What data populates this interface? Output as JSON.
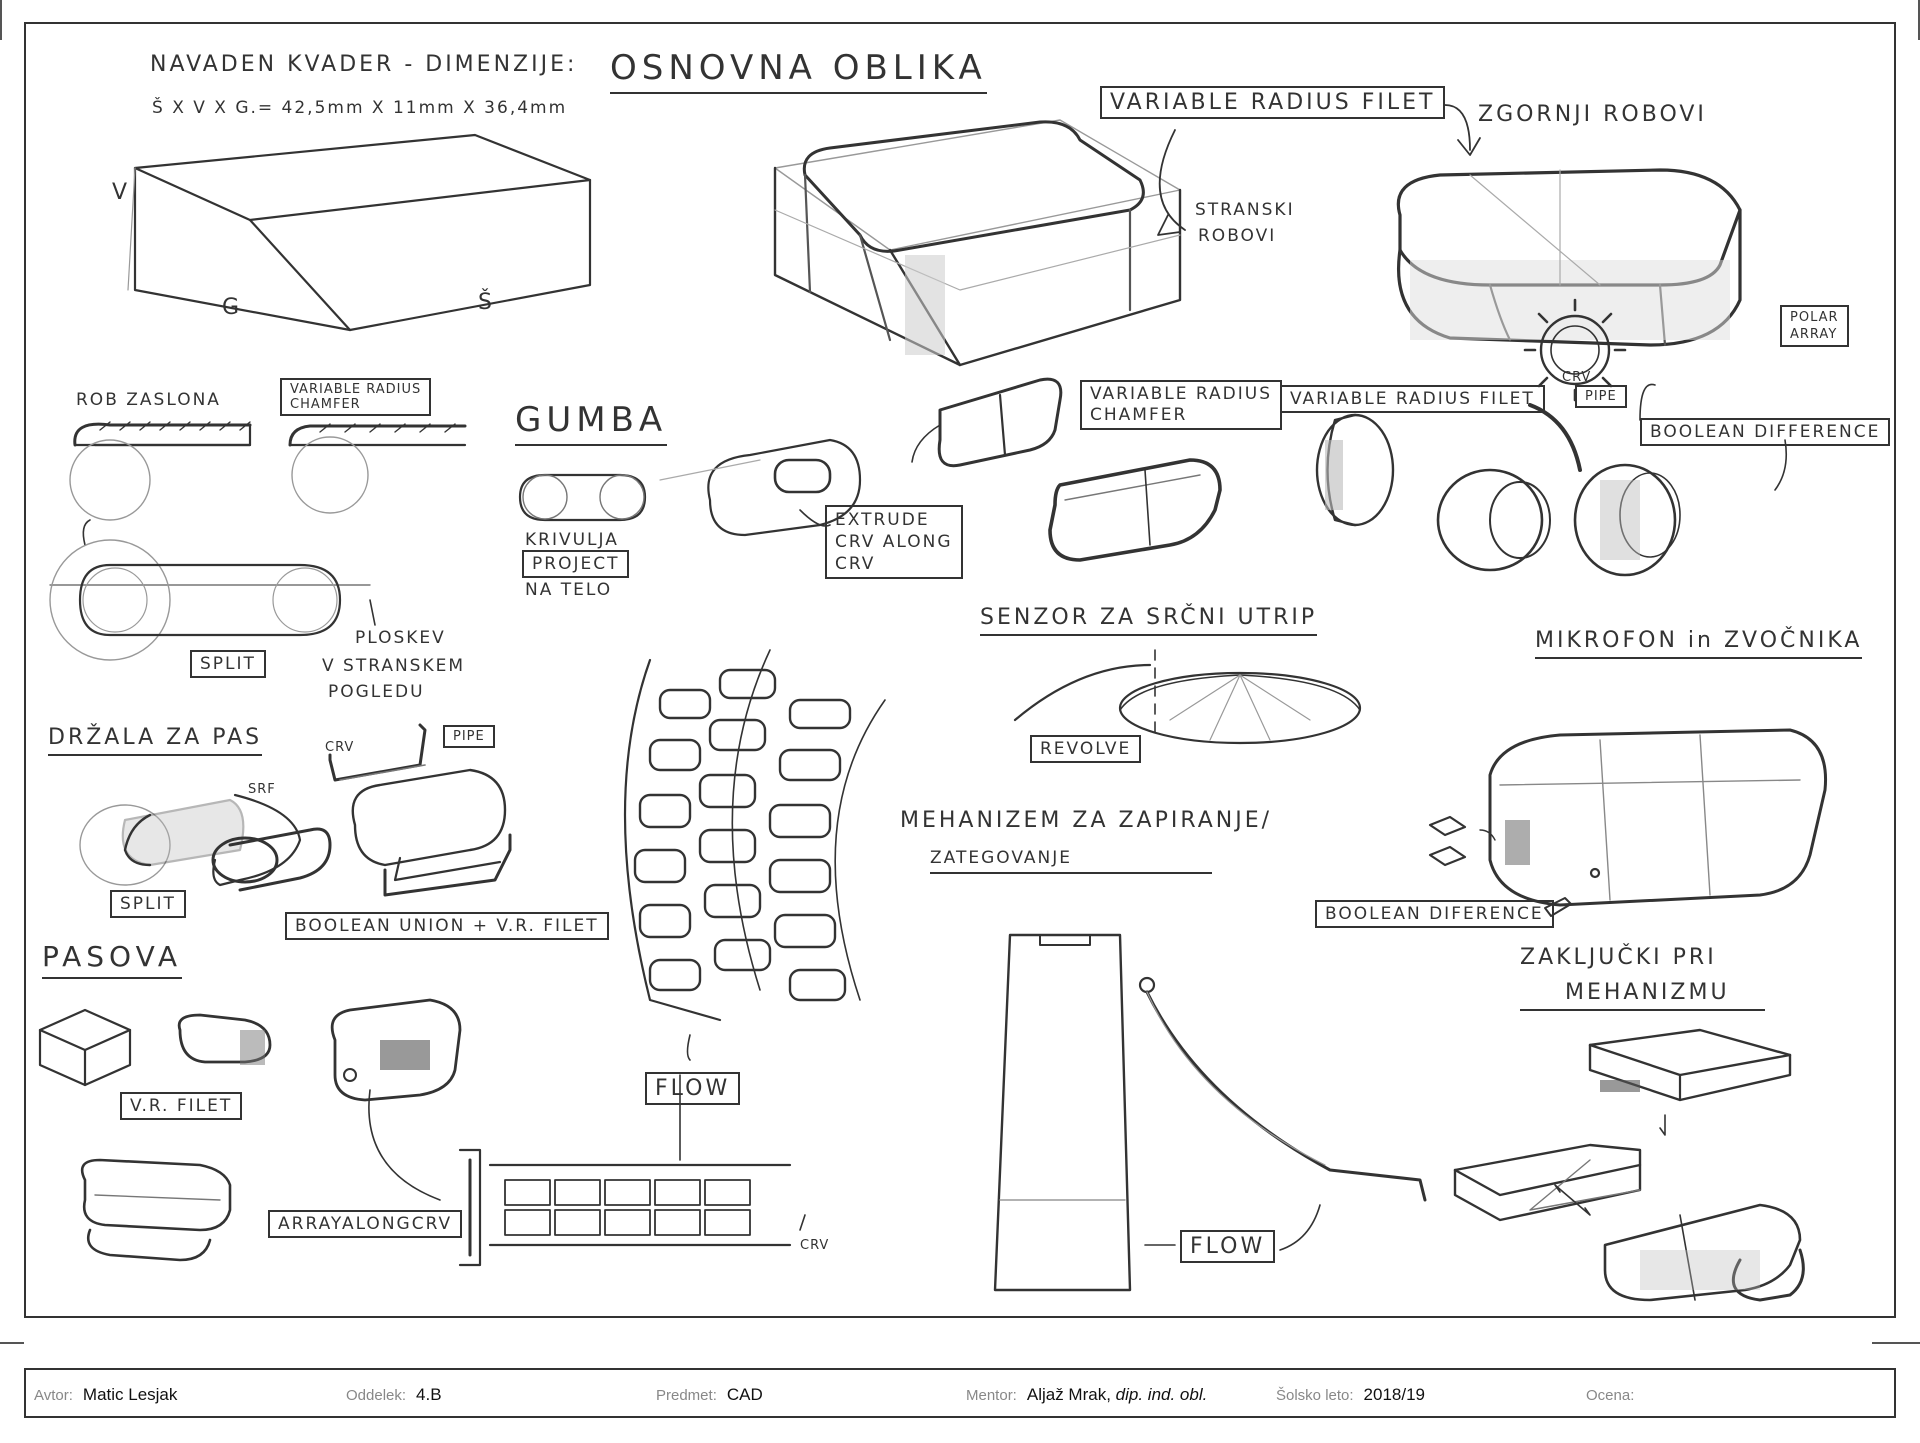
{
  "title": "OSNOVNA OBLIKA",
  "labels": {
    "navaden_kvader": "NAVADEN KVADER - DIMENZIJE:",
    "dims": "Š X V X G.= 42,5mm X 11mm X 36,4mm",
    "axis_v": "V",
    "axis_g": "G",
    "axis_s": "Š",
    "variable_radius_filet_top": "VARIABLE RADIUS FILET",
    "zgornji_robovi": "ZGORNJI ROBOVI",
    "stranski_robovi_1": "STRANSKI",
    "stranski_robovi_2": "ROBOVI",
    "rob_zaslona": "ROB ZASLONA",
    "vr_chamfer_small_1": "VARIABLE RADIUS",
    "vr_chamfer_small_2": "CHAMFER",
    "gumba": "GUMBA",
    "krivulja": "KRIVULJA",
    "project": "PROJECT",
    "na_telo": "NA TELO",
    "extrude_1": "EXTRUDE",
    "extrude_2": "CRV ALONG",
    "extrude_3": "CRV",
    "vr_chamfer_1": "VARIABLE RADIUS",
    "vr_chamfer_2": "CHAMFER",
    "vr_filet_mid": "VARIABLE RADIUS FILET",
    "crv_pipe_crv": "CRV",
    "crv_pipe_pipe": "PIPE",
    "polar_1": "POLAR",
    "polar_2": "ARRAY",
    "boolean_difference": "BOOLEAN DIFFERENCE",
    "split_1": "SPLIT",
    "ploskev_1": "PLOSKEV",
    "ploskev_2": "V STRANSKEM",
    "ploskev_3": "POGLEDU",
    "senzor": "SENZOR ZA SRČNI UTRIP",
    "revolve": "REVOLVE",
    "mikrofon": "MIKROFON in ZVOČNIKA",
    "drzala": "DRŽALA ZA PAS",
    "crv_small": "CRV",
    "pipe_small": "PIPE",
    "srf": "SRF",
    "split_2": "SPLIT",
    "boolean_union": "BOOLEAN UNION + V.R. FILET",
    "mehanizem_1": "MEHANIZEM ZA ZAPIRANJE/",
    "mehanizem_2": "ZATEGOVANJE",
    "boolean_diference": "BOOLEAN DIFERENCE",
    "zakljucki_1": "ZAKLJUČKI PRI",
    "zakljucki_2": "MEHANIZMU",
    "pasova": "PASOVA",
    "vr_filet_small": "V.R. FILET",
    "flow_1": "FLOW",
    "array_along": "ARRAYALONGCRV",
    "crv_bottom": "CRV",
    "flow_2": "FLOW"
  },
  "titleblock": {
    "avtor_key": "Avtor:",
    "avtor_val": "Matic Lesjak",
    "oddelek_key": "Oddelek:",
    "oddelek_val": "4.B",
    "predmet_key": "Predmet:",
    "predmet_val": "CAD",
    "mentor_key": "Mentor:",
    "mentor_val": "Aljaž Mrak,",
    "mentor_title": "dip. ind. obl.",
    "leto_key": "Šolsko leto:",
    "leto_val": "2018/19",
    "ocena_key": "Ocena:",
    "ocena_val": ""
  },
  "colors": {
    "ink": "#333333",
    "shade": "#bbbbbb",
    "paper": "#ffffff"
  }
}
